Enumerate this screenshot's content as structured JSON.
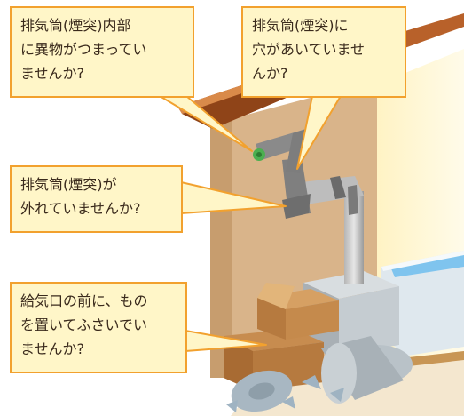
{
  "callouts": {
    "blockage": "排気筒(煙突)内部\nに異物がつまってい\nませんか?",
    "hole": "排気筒(煙突)に\n穴があいていませ\nんか?",
    "detached": "排気筒(煙突)が\n外れていませんか?",
    "obstruction": "給気口の前に、もの\nを置いてふさいでい\nませんか?"
  },
  "colors": {
    "callout_fill": "#fff6c8",
    "callout_border": "#f2a12e",
    "roof": "#b8612a",
    "wall": "#d9b48a",
    "pipe": "#8a8a8a",
    "bathtub_water": "#7fc4ee"
  },
  "icons": [
    "chimney-pipe",
    "water-heater",
    "bathtub",
    "cardboard-boxes",
    "trash-can",
    "debris"
  ]
}
